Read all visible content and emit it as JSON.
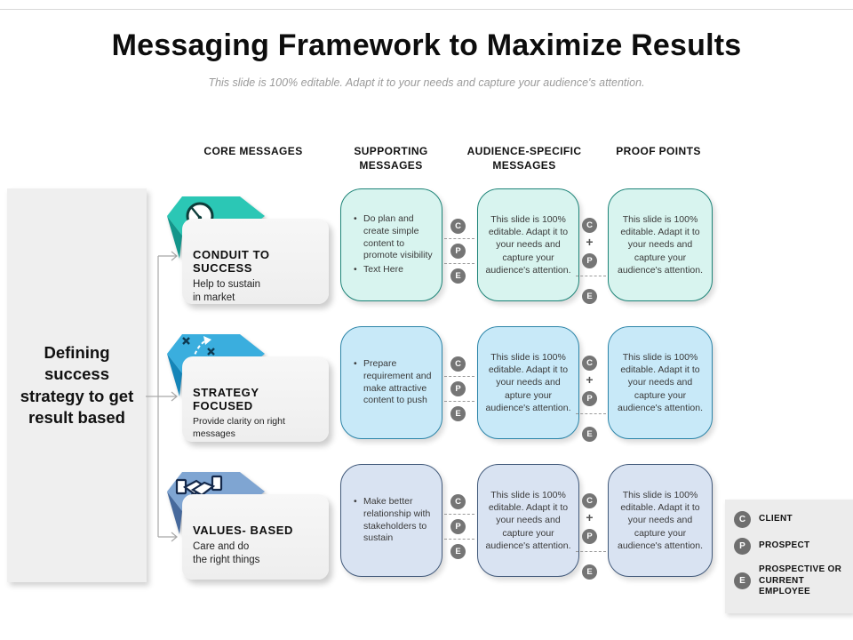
{
  "slide": {
    "title": "Messaging Framework to Maximize Results",
    "subtitle": "This slide is 100% editable. Adapt it to your needs and capture your audience's attention."
  },
  "column_headers": [
    "CORE MESSAGES",
    "SUPPORTING MESSAGES",
    "AUDIENCE-SPECIFIC MESSAGES",
    "PROOF POINTS"
  ],
  "sidebar": {
    "text": "Defining success strategy to get result based"
  },
  "markers": {
    "client": "C",
    "prospect": "P",
    "employee": "E",
    "plus": "+"
  },
  "colors": {
    "row1_accent": "#2BC7B5",
    "row1_fold": "#13958A",
    "row1_fill": "#D8F4EF",
    "row1_border": "#1E8478",
    "row2_accent": "#3AAEDE",
    "row2_fold": "#1585B8",
    "row2_fill": "#C8E9F8",
    "row2_border": "#2B84A8",
    "row3_accent": "#7FA5D2",
    "row3_fold": "#46699C",
    "row3_fill": "#D9E3F2",
    "row3_border": "#41597A",
    "marker_gray": "#757575"
  },
  "rows": [
    {
      "core_title": "CONDUIT TO SUCCESS",
      "core_sub": "Help to sustain\nin market",
      "icon": "gauge-icon",
      "bullets": [
        "Do plan and create simple content to promote visibility",
        "Text Here"
      ],
      "audience": "This slide is 100% editable.  Adapt it to your needs and capture your audience's attention.",
      "proof": "This slide is 100% editable.  Adapt it to your needs and capture your audience's attention."
    },
    {
      "core_title": "STRATEGY FOCUSED",
      "core_sub": "Provide clarity on right messages",
      "icon": "strategy-icon",
      "bullets": [
        "Prepare requirement and make attractive content to push"
      ],
      "audience": "This slide is 100% editable.  Adapt it to your needs and apture your audience's attention.",
      "proof": "This slide is 100% editable.  Adapt it to your needs and capture your audience's attention."
    },
    {
      "core_title": "VALUES- BASED",
      "core_sub": "Care and do\nthe right things",
      "icon": "handshake-icon",
      "bullets": [
        "Make better relationship with stakeholders to sustain"
      ],
      "audience": "This slide is 100% editable.  Adapt it to your needs and capture your audience's attention.",
      "proof": "This slide is 100% editable.  Adapt it to your needs and capture your audience's attention."
    }
  ],
  "legend": {
    "items": [
      {
        "key": "C",
        "label": "CLIENT"
      },
      {
        "key": "P",
        "label": "PROSPECT"
      },
      {
        "key": "E",
        "label": "PROSPECTIVE OR CURRENT EMPLOYEE"
      }
    ]
  }
}
